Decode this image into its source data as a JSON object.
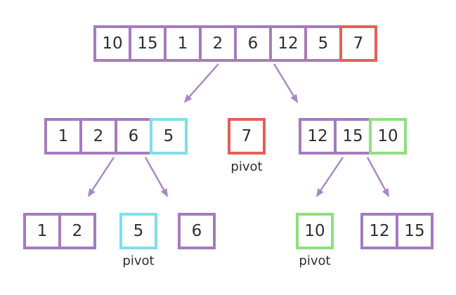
{
  "colors": {
    "purple": "#A57BBE",
    "red": "#E45F5A",
    "cyan": "#7FDFE9",
    "green": "#8DE07D",
    "arrow": "#A687C7",
    "text": "#2E2E2E"
  },
  "tree": {
    "root": {
      "values": [
        "10",
        "15",
        "1",
        "2",
        "6",
        "12",
        "5",
        "7"
      ],
      "pivot_index": 7,
      "pivot_highlight_color": "red"
    },
    "level2": {
      "left": {
        "values": [
          "1",
          "2",
          "6",
          "5"
        ],
        "highlight_index": 3,
        "highlight_color": "cyan"
      },
      "pivot": {
        "value": "7",
        "label": "pivot",
        "highlight_color": "red"
      },
      "right": {
        "values": [
          "12",
          "15",
          "10"
        ],
        "highlight_index": 2,
        "highlight_color": "green"
      }
    },
    "level3": {
      "left_pair": {
        "values": [
          "1",
          "2"
        ]
      },
      "left_pivot": {
        "value": "5",
        "label": "pivot",
        "highlight_color": "cyan"
      },
      "left_single": {
        "value": "6"
      },
      "right_pivot": {
        "value": "10",
        "label": "pivot",
        "highlight_color": "green"
      },
      "right_pair": {
        "values": [
          "12",
          "15"
        ]
      }
    }
  }
}
